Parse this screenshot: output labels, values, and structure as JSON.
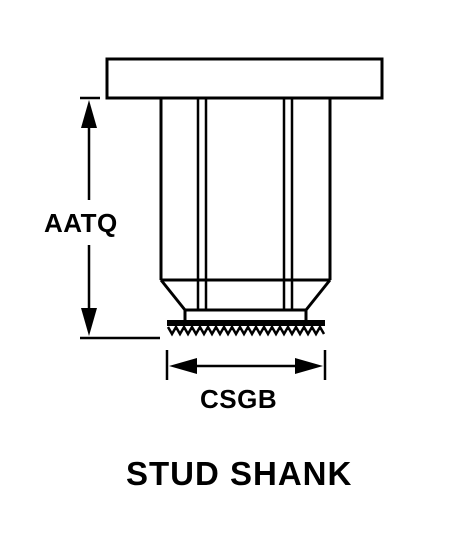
{
  "diagram": {
    "title": "STUD SHANK",
    "dimensions": {
      "height_label": "AATQ",
      "width_label": "CSGB"
    },
    "colors": {
      "stroke": "#000000",
      "background": "#ffffff"
    }
  }
}
